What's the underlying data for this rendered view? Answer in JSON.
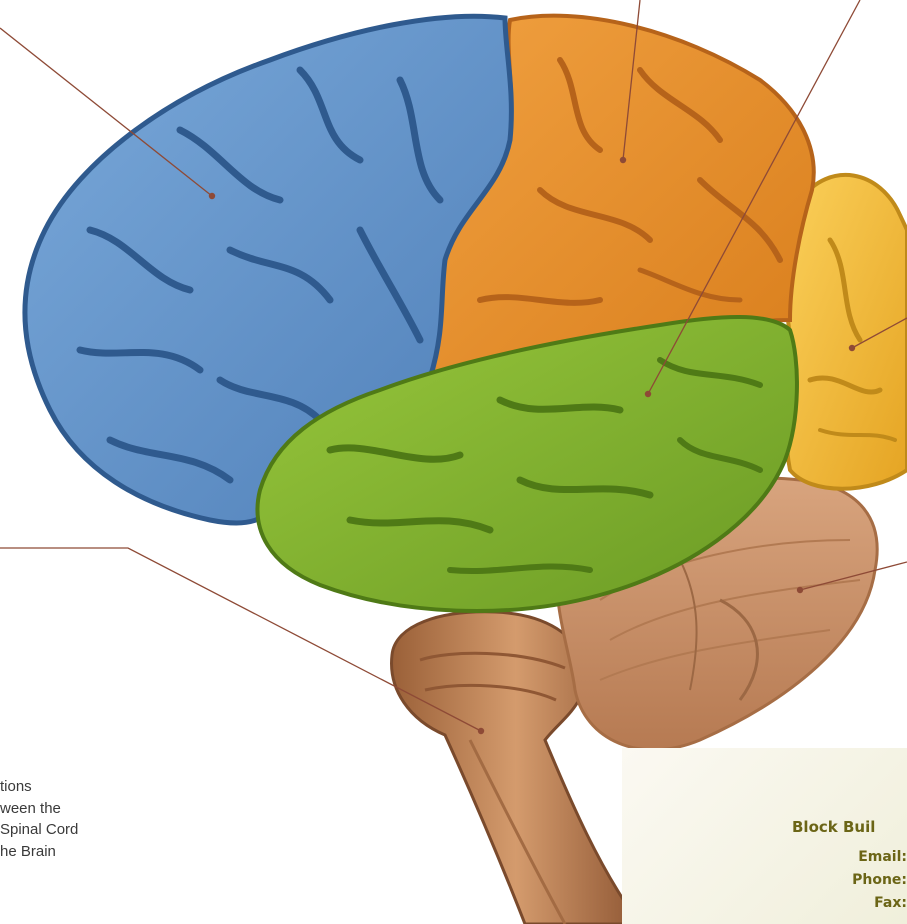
{
  "caption": {
    "lines": [
      "tions",
      "ween the",
      "Spinal Cord",
      "he Brain"
    ]
  },
  "contact_card": {
    "title": "Block Buil",
    "email_label": "Email:",
    "phone_label": "Phone:",
    "fax_label": "Fax:"
  },
  "colors": {
    "frontal_lobe": "#5f90c8",
    "parietal_lobe": "#e08a25",
    "occipital_lobe": "#f0b530",
    "temporal_lobe": "#7fae2c",
    "cerebellum": "#c8916a",
    "brain_stem": "#b9784c",
    "leader_line": "#8e4a36",
    "card_text": "#6b6516"
  }
}
